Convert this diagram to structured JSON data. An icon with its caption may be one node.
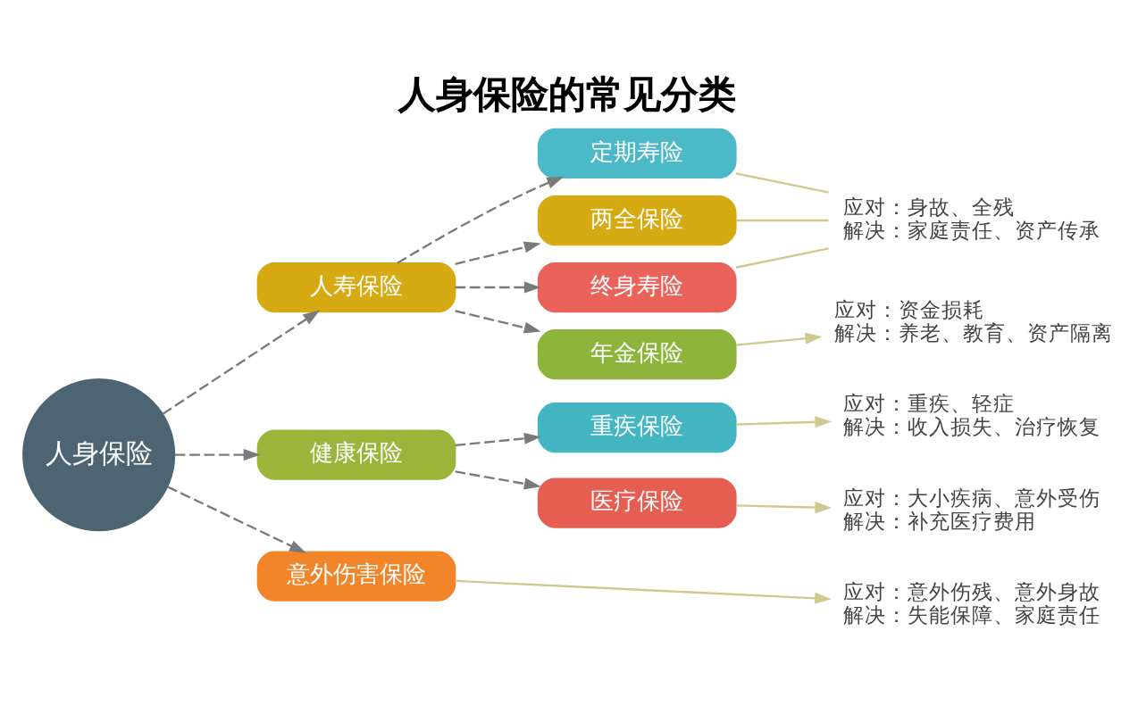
{
  "diagram": {
    "title": "人身保险的常见分类",
    "nodes": [
      {
        "text": [
          "人身保险"
        ]
      },
      {
        "text": [
          "人寿保险"
        ]
      },
      {
        "text": [
          "定期寿险"
        ]
      },
      {
        "text": [
          "两全保险"
        ]
      },
      {
        "text": [
          "终身寿险"
        ]
      },
      {
        "text": [
          "年金保险"
        ]
      },
      {
        "text": [
          "健康保险"
        ]
      },
      {
        "text": [
          "重疾保险"
        ]
      },
      {
        "text": [
          "医疗保险"
        ]
      },
      {
        "text": [
          "意外伤害保险"
        ]
      },
      {
        "text": [
          "应对：身故、全残",
          "解决：家庭责任、资产传承"
        ]
      },
      {
        "text": [
          "应对：资金损耗",
          "解决：养老、教育、资产隔离"
        ]
      },
      {
        "text": [
          "应对：重疾、轻症",
          "解决：收入损失、治疗恢复"
        ]
      },
      {
        "text": [
          "应对：大小疾病、意外受伤",
          "解决：补充医疗费用"
        ]
      },
      {
        "text": [
          "应对：意外伤残、意外身故",
          "解决：失能保障、家庭责任"
        ]
      }
    ],
    "edges": [
      {
        "from": 0,
        "to": 1,
        "arrow": "to",
        "style": "dashed"
      },
      {
        "from": 0,
        "to": 6,
        "arrow": "to",
        "style": "dashed"
      },
      {
        "from": 0,
        "to": 9,
        "arrow": "to",
        "style": "dashed"
      },
      {
        "from": 1,
        "to": 2,
        "arrow": "to",
        "style": "dashed"
      },
      {
        "from": 1,
        "to": 3,
        "arrow": "to",
        "style": "dashed"
      },
      {
        "from": 1,
        "to": 4,
        "arrow": "to",
        "style": "dashed"
      },
      {
        "from": 1,
        "to": 5,
        "arrow": "to",
        "style": "dashed"
      },
      {
        "from": 6,
        "to": 7,
        "arrow": "to",
        "style": "dashed"
      },
      {
        "from": 6,
        "to": 8,
        "arrow": "to",
        "style": "dashed"
      },
      {
        "from": 2,
        "to": 10,
        "arrow": "none",
        "color": "#cfc98f"
      },
      {
        "from": 3,
        "to": 10,
        "arrow": "none",
        "color": "#cfc98f"
      },
      {
        "from": 4,
        "to": 10,
        "arrow": "none",
        "color": "#cfc98f"
      },
      {
        "from": 5,
        "to": 11,
        "arrow": "to",
        "color": "#cfc98f"
      },
      {
        "from": 7,
        "to": 12,
        "arrow": "to",
        "color": "#cfc98f"
      },
      {
        "from": 8,
        "to": 13,
        "arrow": "to",
        "color": "#cfc98f"
      },
      {
        "from": 9,
        "to": 14,
        "arrow": "to",
        "color": "#cfc98f"
      }
    ]
  }
}
